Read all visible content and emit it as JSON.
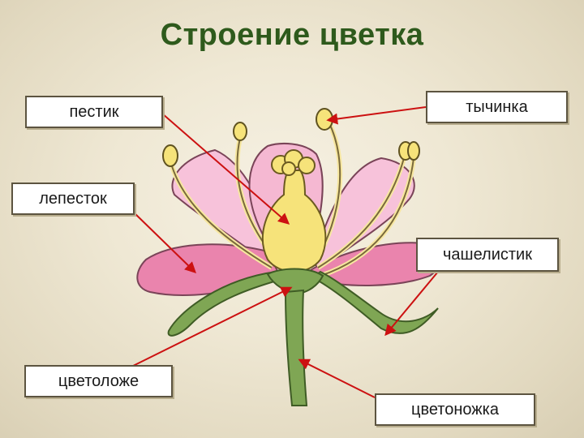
{
  "title": "Строение цветка",
  "labels": {
    "pistil": "пестик",
    "stamen": "тычинка",
    "petal": "лепесток",
    "sepal": "чашелистик",
    "receptacle": "цветоложе",
    "pedicel": "цветоножка"
  },
  "colors": {
    "title": "#2e5a1c",
    "arrow": "#cc1111",
    "petal_light": "#f5b8d2",
    "petal_dark": "#ea84ad",
    "pistil": "#f6e37a",
    "stem": "#7fa654",
    "stem_outline": "#3f5c25"
  }
}
